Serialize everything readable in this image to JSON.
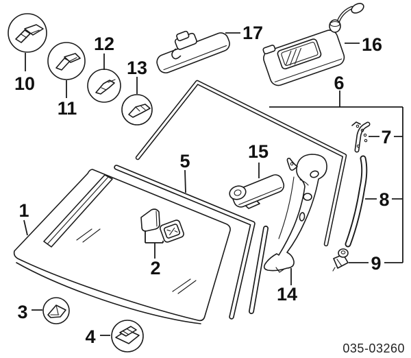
{
  "diagram": {
    "part_number": "035-03260",
    "background": "#ffffff",
    "line_color": "#1a1a1a",
    "callouts": [
      {
        "num": "1"
      },
      {
        "num": "2"
      },
      {
        "num": "3"
      },
      {
        "num": "4"
      },
      {
        "num": "5"
      },
      {
        "num": "6"
      },
      {
        "num": "7"
      },
      {
        "num": "8"
      },
      {
        "num": "9"
      },
      {
        "num": "10"
      },
      {
        "num": "11"
      },
      {
        "num": "12"
      },
      {
        "num": "13"
      },
      {
        "num": "14"
      },
      {
        "num": "15"
      },
      {
        "num": "16"
      },
      {
        "num": "17"
      }
    ]
  }
}
